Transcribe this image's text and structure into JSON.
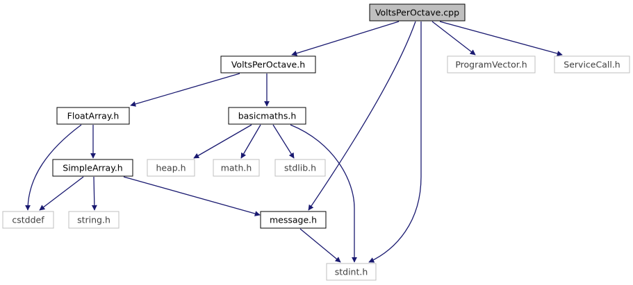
{
  "diagram": {
    "colors": {
      "edge": "#191970",
      "border_strong": "#000000",
      "border_weak": "#bfbfbf",
      "root_fill": "#bfbfbf",
      "text_strong": "#000000",
      "text_weak": "#3f3f3f"
    },
    "nodes": [
      {
        "id": "volts_cpp",
        "label": "VoltsPerOctave.cpp",
        "kind": "root"
      },
      {
        "id": "volts_h",
        "label": "VoltsPerOctave.h",
        "kind": "strong"
      },
      {
        "id": "progvec",
        "label": "ProgramVector.h",
        "kind": "weak"
      },
      {
        "id": "servicecall",
        "label": "ServiceCall.h",
        "kind": "weak"
      },
      {
        "id": "floatarray",
        "label": "FloatArray.h",
        "kind": "strong"
      },
      {
        "id": "basicmaths",
        "label": "basicmaths.h",
        "kind": "strong"
      },
      {
        "id": "simplearray",
        "label": "SimpleArray.h",
        "kind": "strong"
      },
      {
        "id": "heap",
        "label": "heap.h",
        "kind": "weak"
      },
      {
        "id": "math",
        "label": "math.h",
        "kind": "weak"
      },
      {
        "id": "stdlib",
        "label": "stdlib.h",
        "kind": "weak"
      },
      {
        "id": "cstddef",
        "label": "cstddef",
        "kind": "weak"
      },
      {
        "id": "string",
        "label": "string.h",
        "kind": "weak"
      },
      {
        "id": "message",
        "label": "message.h",
        "kind": "strong"
      },
      {
        "id": "stdint",
        "label": "stdint.h",
        "kind": "weak"
      }
    ],
    "edges": [
      {
        "from": "volts_cpp",
        "to": "volts_h"
      },
      {
        "from": "volts_cpp",
        "to": "progvec"
      },
      {
        "from": "volts_cpp",
        "to": "servicecall"
      },
      {
        "from": "volts_cpp",
        "to": "message"
      },
      {
        "from": "volts_cpp",
        "to": "stdint"
      },
      {
        "from": "volts_h",
        "to": "floatarray"
      },
      {
        "from": "volts_h",
        "to": "basicmaths"
      },
      {
        "from": "floatarray",
        "to": "simplearray"
      },
      {
        "from": "floatarray",
        "to": "cstddef"
      },
      {
        "from": "basicmaths",
        "to": "heap"
      },
      {
        "from": "basicmaths",
        "to": "math"
      },
      {
        "from": "basicmaths",
        "to": "stdlib"
      },
      {
        "from": "basicmaths",
        "to": "stdint"
      },
      {
        "from": "simplearray",
        "to": "cstddef"
      },
      {
        "from": "simplearray",
        "to": "string"
      },
      {
        "from": "simplearray",
        "to": "message"
      },
      {
        "from": "message",
        "to": "stdint"
      }
    ]
  }
}
